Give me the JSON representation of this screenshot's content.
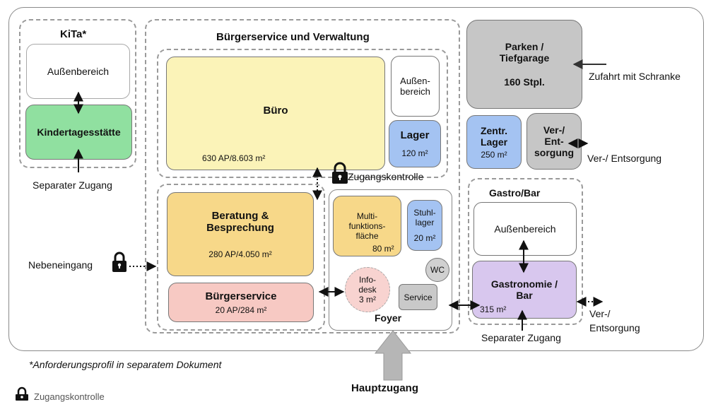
{
  "kita": {
    "title": "KiTa*",
    "aussen": "Außenbereich",
    "kindertagesstaette": "Kindertagesstätte",
    "separater_zugang": "Separater Zugang"
  },
  "buerger": {
    "title": "Bürgerservice und Verwaltung",
    "buero": "Büro",
    "buero_area": "630 AP/8.603 m²",
    "aussen_l1": "Außen-",
    "aussen_l2": "bereich",
    "lager": "Lager",
    "lager_area": "120 m²",
    "zugangskontrolle": "Zugangskontrolle",
    "beratung_l1": "Beratung &",
    "beratung_l2": "Besprechung",
    "beratung_area": "280 AP/4.050 m²",
    "buergerservice": "Bürgerservice",
    "buergerservice_area": "20 AP/284 m²",
    "nebeneingang": "Nebeneingang"
  },
  "foyer": {
    "title": "Foyer",
    "multi_l1": "Multi-",
    "multi_l2": "funktions-",
    "multi_l3": "fläche",
    "multi_area": "80 m²",
    "stuhl_l1": "Stuhl-",
    "stuhl_l2": "lager",
    "stuhl_area": "20 m²",
    "wc": "WC",
    "info_l1": "Info-",
    "info_l2": "desk",
    "info_area": "3 m²",
    "service": "Service"
  },
  "parken": {
    "l1": "Parken /",
    "l2": "Tiefgarage",
    "stpl": "160 Stpl.",
    "zufahrt": "Zufahrt mit Schranke"
  },
  "zentrallager": {
    "l1": "Zentr.",
    "l2": "Lager",
    "area": "250 m²"
  },
  "ver": {
    "l1": "Ver-/",
    "l2": "Ent-",
    "l3": "sorgung",
    "label": "Ver-/ Entsorgung"
  },
  "gastro": {
    "title": "Gastro/Bar",
    "aussen": "Außenbereich",
    "l1": "Gastronomie /",
    "l2": "Bar",
    "area": "315 m²",
    "separater_zugang": "Separater Zugang",
    "ver_l1": "Ver-/",
    "ver_l2": "Entsorgung"
  },
  "footnote": "*Anforderungsprofil in separatem Dokument",
  "hauptzugang": "Hauptzugang",
  "legend_zugangskontrolle": "Zugangskontrolle",
  "colors": {
    "kita_green": "#90e0a0",
    "buero_yellow": "#fbf3b8",
    "beratung_orange": "#f7d889",
    "buergerservice_pink": "#f7c9c3",
    "lager_blue": "#a4c3f2",
    "gastro_purple": "#d8c7ee",
    "parken_gray": "#c6c6c6",
    "infodesk_pink": "#f8d3d0",
    "hauptzugang_gray": "#b6b6b6"
  }
}
